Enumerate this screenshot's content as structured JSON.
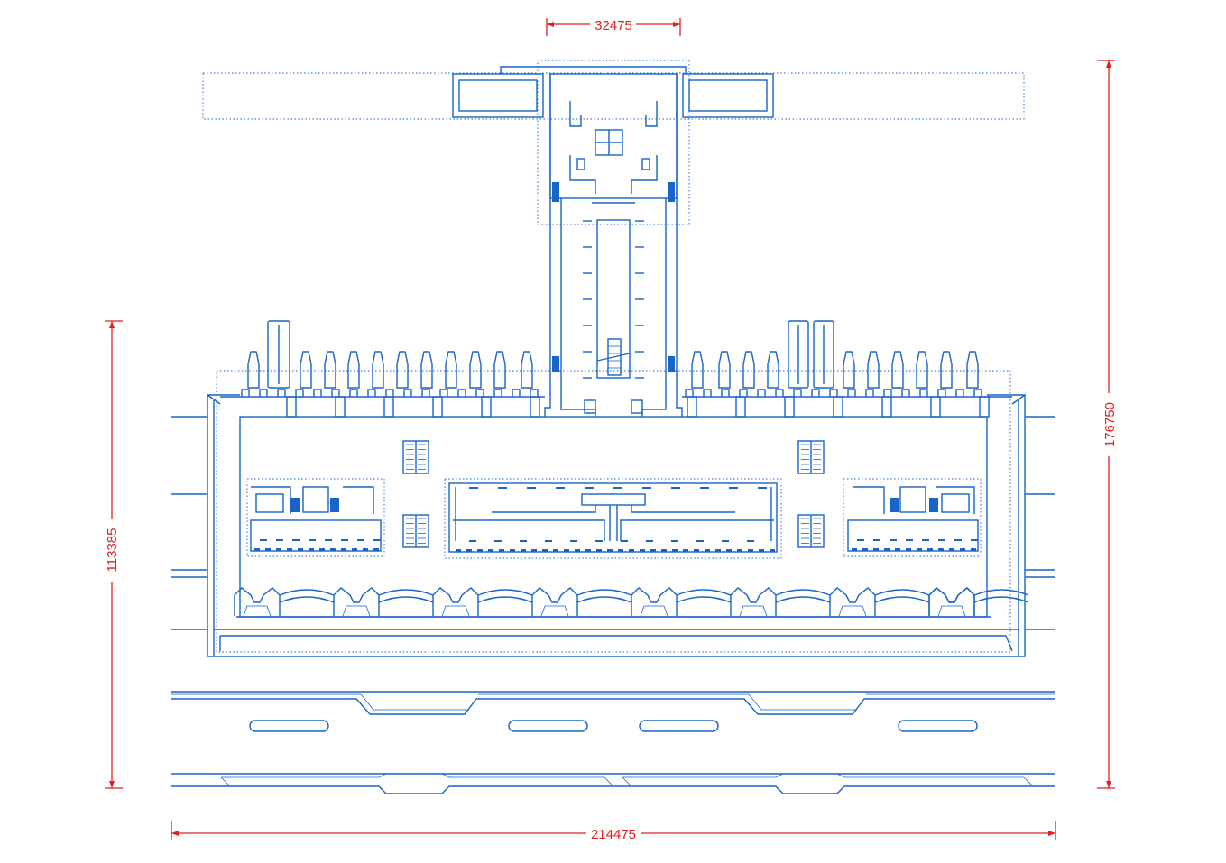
{
  "dimensions": {
    "top_width": "32475",
    "total_width": "214475",
    "left_height": "113385",
    "right_height": "176750"
  },
  "colors": {
    "linework": "#1a64c8",
    "dimension": "#e02020",
    "background": "#ffffff"
  }
}
